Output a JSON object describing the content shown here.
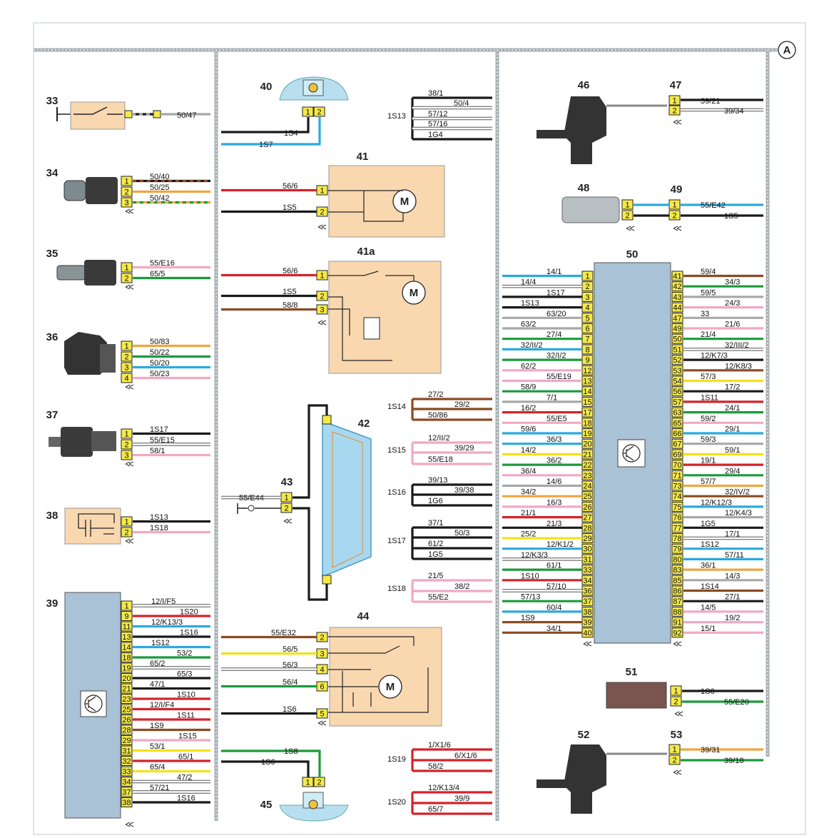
{
  "colors": {
    "black": "#1a1a1a",
    "red": "#d4222a",
    "blue": "#2aa9e0",
    "green": "#1a9a3a",
    "orange": "#f0a540",
    "pink": "#f2a8c4",
    "brown": "#8b4a22",
    "grey": "#a8a8a8",
    "yellow": "#f2e21a",
    "white": "#ffffff",
    "violet": "#9060b0",
    "pin_fill": "#f5e94a",
    "box_fill": "#f9d8b0",
    "ecu_fill": "#a9c2d6",
    "frame": "#a8b0b4"
  },
  "marker_a": "A",
  "components": {
    "c33": {
      "num": "33",
      "pins": [],
      "wires": [
        {
          "label": "50/47",
          "c": [
            "black",
            "grey"
          ]
        }
      ]
    },
    "c34": {
      "num": "34",
      "pins": [
        "1",
        "2",
        "3"
      ],
      "wires": [
        {
          "label": "50/40",
          "c": [
            "black",
            "brown"
          ]
        },
        {
          "label": "50/25",
          "c": [
            "orange"
          ]
        },
        {
          "label": "50/42",
          "c": [
            "orange",
            "green"
          ]
        }
      ]
    },
    "c35": {
      "num": "35",
      "pins": [
        "1",
        "2"
      ],
      "wires": [
        {
          "label": "55/E16",
          "c": [
            "pink"
          ]
        },
        {
          "label": "65/5",
          "c": [
            "green"
          ]
        }
      ]
    },
    "c36": {
      "num": "36",
      "pins": [
        "1",
        "2",
        "3",
        "4"
      ],
      "wires": [
        {
          "label": "50/83",
          "c": [
            "orange"
          ]
        },
        {
          "label": "50/22",
          "c": [
            "green"
          ]
        },
        {
          "label": "50/20",
          "c": [
            "blue"
          ]
        },
        {
          "label": "50/23",
          "c": [
            "pink"
          ]
        }
      ]
    },
    "c37": {
      "num": "37",
      "pins": [
        "1",
        "2",
        "3"
      ],
      "wires": [
        {
          "label": "1S17",
          "c": [
            "black"
          ]
        },
        {
          "label": "55/E15",
          "c": [
            "white"
          ]
        },
        {
          "label": "58/1",
          "c": [
            "pink"
          ]
        }
      ]
    },
    "c38": {
      "num": "38",
      "pins": [
        "1",
        "2"
      ],
      "wires": [
        {
          "label": "1S13",
          "c": [
            "black"
          ]
        },
        {
          "label": "1S18",
          "c": [
            "pink"
          ]
        }
      ]
    },
    "c39": {
      "num": "39",
      "pins": [
        "1",
        "9",
        "11",
        "13",
        "14",
        "18",
        "19",
        "20",
        "21",
        "23",
        "25",
        "26",
        "28",
        "29",
        "31",
        "32",
        "33",
        "34",
        "37",
        "38"
      ],
      "wires": [
        {
          "label": "12/I/F5",
          "c": [
            "white"
          ]
        },
        {
          "label": "1S20",
          "c": [
            "red"
          ]
        },
        {
          "label": "12/K13/3",
          "c": [
            "blue"
          ]
        },
        {
          "label": "1S16",
          "c": [
            "black"
          ]
        },
        {
          "label": "1S12",
          "c": [
            "blue"
          ]
        },
        {
          "label": "53/2",
          "c": [
            "green"
          ]
        },
        {
          "label": "65/2",
          "c": [
            "white"
          ]
        },
        {
          "label": "65/3",
          "c": [
            "black"
          ]
        },
        {
          "label": "47/1",
          "c": [
            "black"
          ]
        },
        {
          "label": "1S10",
          "c": [
            "red"
          ]
        },
        {
          "label": "12/I/F4",
          "c": [
            "red"
          ]
        },
        {
          "label": "1S11",
          "c": [
            "red"
          ]
        },
        {
          "label": "1S9",
          "c": [
            "brown"
          ]
        },
        {
          "label": "1S15",
          "c": [
            "pink"
          ]
        },
        {
          "label": "53/1",
          "c": [
            "yellow"
          ]
        },
        {
          "label": "65/1",
          "c": [
            "red"
          ]
        },
        {
          "label": "65/4",
          "c": [
            "yellow"
          ]
        },
        {
          "label": "47/2",
          "c": [
            "white"
          ]
        },
        {
          "label": "57/21",
          "c": [
            "white"
          ]
        },
        {
          "label": "1S16",
          "c": [
            "black"
          ]
        }
      ]
    },
    "c40": {
      "num": "40",
      "pins": [
        "1",
        "2"
      ],
      "wires": [
        {
          "label": "1S4",
          "c": [
            "black"
          ]
        },
        {
          "label": "1S7",
          "c": [
            "blue"
          ]
        }
      ]
    },
    "c41": {
      "num": "41",
      "pins": [
        "1",
        "2"
      ],
      "wires": [
        {
          "label": "56/6",
          "c": [
            "red"
          ]
        },
        {
          "label": "1S5",
          "c": [
            "black"
          ]
        }
      ]
    },
    "c41a": {
      "num": "41a",
      "pins": [
        "1",
        "2",
        "3"
      ],
      "wires": [
        {
          "label": "56/6",
          "c": [
            "red"
          ]
        },
        {
          "label": "1S5",
          "c": [
            "black"
          ]
        },
        {
          "label": "58/8",
          "c": [
            "brown"
          ]
        }
      ]
    },
    "c42": {
      "num": "42"
    },
    "c43": {
      "num": "43",
      "pins": [
        "1",
        "2"
      ],
      "wires": [
        {
          "label": "55/E44",
          "c": [
            "white"
          ]
        }
      ]
    },
    "c44": {
      "num": "44",
      "pins": [
        "2",
        "3",
        "4",
        "6",
        "5"
      ],
      "wires": [
        {
          "label": "55/E32",
          "c": [
            "brown"
          ]
        },
        {
          "label": "56/5",
          "c": [
            "yellow"
          ]
        },
        {
          "label": "56/3",
          "c": [
            "white"
          ]
        },
        {
          "label": "56/4",
          "c": [
            "green"
          ]
        },
        {
          "label": "1S6",
          "c": [
            "black"
          ]
        }
      ]
    },
    "c45": {
      "num": "45",
      "pins": [
        "1",
        "2"
      ],
      "wires": [
        {
          "label": "1S8",
          "c": [
            "green"
          ]
        },
        {
          "label": "1S6",
          "c": [
            "black"
          ]
        }
      ]
    },
    "c46": {
      "num": "46"
    },
    "c47": {
      "num": "47",
      "pins": [
        "1",
        "2"
      ],
      "wires": [
        {
          "label": "39/21",
          "c": [
            "black"
          ]
        },
        {
          "label": "39/34",
          "c": [
            "white"
          ]
        }
      ]
    },
    "c48": {
      "num": "48",
      "pins": [
        "1",
        "2"
      ]
    },
    "c49": {
      "num": "49",
      "pins": [
        "1",
        "2"
      ],
      "wires": [
        {
          "label": "55/E42",
          "c": [
            "blue"
          ]
        },
        {
          "label": "1S5",
          "c": [
            "black"
          ]
        }
      ]
    },
    "c50": {
      "num": "50",
      "left_pins": [
        "1",
        "2",
        "3",
        "4",
        "5",
        "6",
        "7",
        "8",
        "9",
        "12",
        "13",
        "14",
        "15",
        "17",
        "18",
        "19",
        "20",
        "21",
        "22",
        "23",
        "24",
        "25",
        "26",
        "27",
        "28",
        "29",
        "30",
        "31",
        "33",
        "34",
        "36",
        "37",
        "38",
        "39",
        "40"
      ],
      "left_wires": [
        {
          "label": "14/1",
          "c": [
            "blue"
          ]
        },
        {
          "label": "14/4",
          "c": [
            "white"
          ]
        },
        {
          "label": "1S17",
          "c": [
            "black"
          ]
        },
        {
          "label": "1S13",
          "c": [
            "black"
          ]
        },
        {
          "label": "63/20",
          "c": [
            "grey"
          ]
        },
        {
          "label": "63/2",
          "c": [
            "grey"
          ]
        },
        {
          "label": "27/4",
          "c": [
            "green"
          ]
        },
        {
          "label": "32/II/2",
          "c": [
            "blue"
          ]
        },
        {
          "label": "32/I/2",
          "c": [
            "green"
          ]
        },
        {
          "label": "62/2",
          "c": [
            "pink"
          ]
        },
        {
          "label": "55/E19",
          "c": [
            "pink"
          ]
        },
        {
          "label": "58/9",
          "c": [
            "green"
          ]
        },
        {
          "label": "7/1",
          "c": [
            "grey"
          ]
        },
        {
          "label": "16/2",
          "c": [
            "red"
          ]
        },
        {
          "label": "55/E5",
          "c": [
            "pink"
          ]
        },
        {
          "label": "59/6",
          "c": [
            "blue"
          ]
        },
        {
          "label": "36/3",
          "c": [
            "blue"
          ]
        },
        {
          "label": "14/2",
          "c": [
            "yellow"
          ]
        },
        {
          "label": "36/2",
          "c": [
            "green"
          ]
        },
        {
          "label": "36/4",
          "c": [
            "pink"
          ]
        },
        {
          "label": "14/6",
          "c": [
            "grey"
          ]
        },
        {
          "label": "34/2",
          "c": [
            "orange"
          ]
        },
        {
          "label": "16/3",
          "c": [
            "pink"
          ]
        },
        {
          "label": "21/1",
          "c": [
            "red"
          ]
        },
        {
          "label": "21/3",
          "c": [
            "black"
          ]
        },
        {
          "label": "25/2",
          "c": [
            "yellow"
          ]
        },
        {
          "label": "12/K1/2",
          "c": [
            "blue"
          ]
        },
        {
          "label": "12/K3/3",
          "c": [
            "white"
          ]
        },
        {
          "label": "61/1",
          "c": [
            "green"
          ]
        },
        {
          "label": "1S10",
          "c": [
            "red"
          ]
        },
        {
          "label": "57/10",
          "c": [
            "white"
          ]
        },
        {
          "label": "57/13",
          "c": [
            "green"
          ]
        },
        {
          "label": "60/4",
          "c": [
            "blue"
          ]
        },
        {
          "label": "1S9",
          "c": [
            "brown"
          ]
        },
        {
          "label": "34/1",
          "c": [
            "brown"
          ]
        }
      ],
      "right_pins": [
        "41",
        "42",
        "43",
        "44",
        "47",
        "49",
        "50",
        "51",
        "52",
        "53",
        "54",
        "56",
        "57",
        "63",
        "65",
        "66",
        "67",
        "69",
        "70",
        "71",
        "73",
        "74",
        "75",
        "76",
        "77",
        "78",
        "79",
        "80",
        "83",
        "85",
        "86",
        "87",
        "88",
        "91",
        "92"
      ],
      "right_wires": [
        {
          "label": "59/4",
          "c": [
            "brown"
          ]
        },
        {
          "label": "34/3",
          "c": [
            "green"
          ]
        },
        {
          "label": "59/5",
          "c": [
            "grey"
          ]
        },
        {
          "label": "24/3",
          "c": [
            "pink"
          ]
        },
        {
          "label": "33",
          "c": [
            "grey"
          ]
        },
        {
          "label": "21/6",
          "c": [
            "pink"
          ]
        },
        {
          "label": "21/4",
          "c": [
            "green"
          ]
        },
        {
          "label": "32/III/2",
          "c": [
            "white"
          ]
        },
        {
          "label": "12/K7/3",
          "c": [
            "black"
          ]
        },
        {
          "label": "12/K8/3",
          "c": [
            "brown"
          ]
        },
        {
          "label": "57/3",
          "c": [
            "yellow"
          ]
        },
        {
          "label": "17/2",
          "c": [
            "black"
          ]
        },
        {
          "label": "1S11",
          "c": [
            "red"
          ]
        },
        {
          "label": "24/1",
          "c": [
            "green"
          ]
        },
        {
          "label": "59/2",
          "c": [
            "pink"
          ]
        },
        {
          "label": "29/1",
          "c": [
            "blue"
          ]
        },
        {
          "label": "59/3",
          "c": [
            "grey"
          ]
        },
        {
          "label": "59/1",
          "c": [
            "yellow"
          ]
        },
        {
          "label": "19/1",
          "c": [
            "red"
          ]
        },
        {
          "label": "29/4",
          "c": [
            "green"
          ]
        },
        {
          "label": "57/7",
          "c": [
            "orange"
          ]
        },
        {
          "label": "32/IV/2",
          "c": [
            "brown"
          ]
        },
        {
          "label": "12/K12/3",
          "c": [
            "blue"
          ]
        },
        {
          "label": "12/K4/3",
          "c": [
            "grey"
          ]
        },
        {
          "label": "1G5",
          "c": [
            "black"
          ]
        },
        {
          "label": "17/1",
          "c": [
            "white"
          ]
        },
        {
          "label": "1S12",
          "c": [
            "blue"
          ]
        },
        {
          "label": "57/11",
          "c": [
            "blue"
          ]
        },
        {
          "label": "36/1",
          "c": [
            "orange"
          ]
        },
        {
          "label": "14/3",
          "c": [
            "grey"
          ]
        },
        {
          "label": "1S14",
          "c": [
            "brown"
          ]
        },
        {
          "label": "27/1",
          "c": [
            "black"
          ]
        },
        {
          "label": "14/5",
          "c": [
            "pink"
          ]
        },
        {
          "label": "19/2",
          "c": [
            "pink"
          ]
        },
        {
          "label": "15/1",
          "c": [
            "pink"
          ]
        }
      ]
    },
    "c51": {
      "num": "51",
      "pins": [
        "1",
        "2"
      ],
      "wires": [
        {
          "label": "1S6",
          "c": [
            "black"
          ]
        },
        {
          "label": "55/E20",
          "c": [
            "green"
          ]
        }
      ]
    },
    "c52": {
      "num": "52"
    },
    "c53": {
      "num": "53",
      "pins": [
        "1",
        "2"
      ],
      "wires": [
        {
          "label": "39/31",
          "c": [
            "orange"
          ]
        },
        {
          "label": "39/18",
          "c": [
            "green"
          ]
        }
      ]
    }
  },
  "splices": [
    {
      "name": "1S13",
      "wires": [
        {
          "label": "38/1",
          "c": [
            "black"
          ]
        },
        {
          "label": "50/4",
          "c": [
            "white"
          ]
        },
        {
          "label": "57/12",
          "c": [
            "white"
          ]
        },
        {
          "label": "57/16",
          "c": [
            "white"
          ]
        },
        {
          "label": "1G4",
          "c": [
            "black"
          ]
        }
      ]
    },
    {
      "name": "1S14",
      "wires": [
        {
          "label": "27/2",
          "c": [
            "brown"
          ]
        },
        {
          "label": "29/2",
          "c": [
            "brown"
          ]
        },
        {
          "label": "50/86",
          "c": [
            "brown"
          ]
        }
      ]
    },
    {
      "name": "1S15",
      "wires": [
        {
          "label": "12/II/2",
          "c": [
            "pink"
          ]
        },
        {
          "label": "39/29",
          "c": [
            "pink"
          ]
        },
        {
          "label": "55/E18",
          "c": [
            "pink"
          ]
        }
      ]
    },
    {
      "name": "1S16",
      "wires": [
        {
          "label": "39/13",
          "c": [
            "black"
          ]
        },
        {
          "label": "39/38",
          "c": [
            "black"
          ]
        },
        {
          "label": "1G6",
          "c": [
            "black"
          ]
        }
      ]
    },
    {
      "name": "1S17",
      "wires": [
        {
          "label": "37/1",
          "c": [
            "black"
          ]
        },
        {
          "label": "50/3",
          "c": [
            "black"
          ]
        },
        {
          "label": "61/2",
          "c": [
            "black"
          ]
        },
        {
          "label": "1G5",
          "c": [
            "black"
          ]
        }
      ]
    },
    {
      "name": "1S18",
      "wires": [
        {
          "label": "21/5",
          "c": [
            "pink"
          ]
        },
        {
          "label": "38/2",
          "c": [
            "pink"
          ]
        },
        {
          "label": "55/E2",
          "c": [
            "pink"
          ]
        }
      ]
    },
    {
      "name": "1S19",
      "wires": [
        {
          "label": "1/X1/6",
          "c": [
            "red"
          ]
        },
        {
          "label": "6/X1/6",
          "c": [
            "red"
          ]
        },
        {
          "label": "58/2",
          "c": [
            "red"
          ]
        }
      ]
    },
    {
      "name": "1S20",
      "wires": [
        {
          "label": "12/K13/4",
          "c": [
            "red"
          ]
        },
        {
          "label": "39/9",
          "c": [
            "red"
          ]
        },
        {
          "label": "65/7",
          "c": [
            "red"
          ]
        }
      ]
    }
  ]
}
